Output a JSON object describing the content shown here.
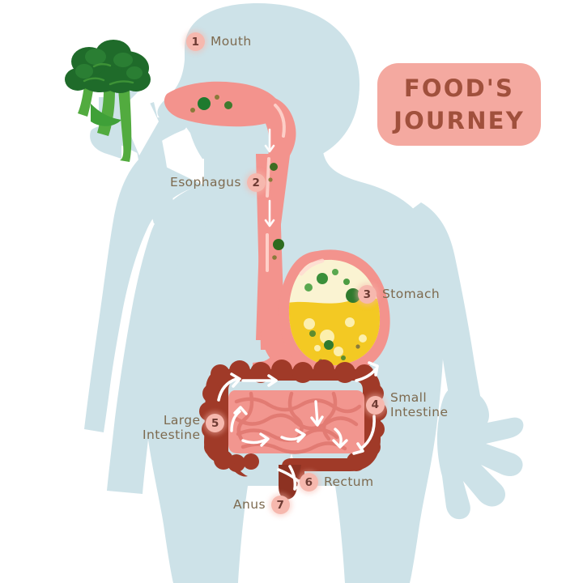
{
  "title_badge": {
    "line1": "FOOD'S",
    "line2": "JOURNEY"
  },
  "labels": [
    {
      "number": "1",
      "text": "Mouth",
      "name": "mouth"
    },
    {
      "number": "2",
      "text": "Esophagus",
      "name": "esophagus"
    },
    {
      "number": "3",
      "text": "Stomach",
      "name": "stomach"
    },
    {
      "number": "4",
      "text": "Small\nIntestine",
      "name": "small-intestine"
    },
    {
      "number": "5",
      "text": "Large\nIntestine",
      "name": "large-intestine"
    },
    {
      "number": "6",
      "text": "Rectum",
      "name": "rectum"
    },
    {
      "number": "7",
      "text": "Anus",
      "name": "anus"
    }
  ],
  "colors": {
    "background": "#ffffff",
    "body_silhouette": "#cde2e8",
    "title_badge": "#f4a9a0",
    "title_text": "#a0503c",
    "label_text": "#7d6a4f",
    "badge_fill": "#f6b8ae",
    "badge_text": "#6e3b33",
    "digestive_pink": "#f3938d",
    "stomach_cream": "#faf3d2",
    "stomach_yellow": "#f3c923",
    "large_intestine": "#a03a28",
    "small_intestine": "#f2968f",
    "broccoli_dark": "#1f6b2a",
    "broccoli_stem": "#4aa33c"
  }
}
